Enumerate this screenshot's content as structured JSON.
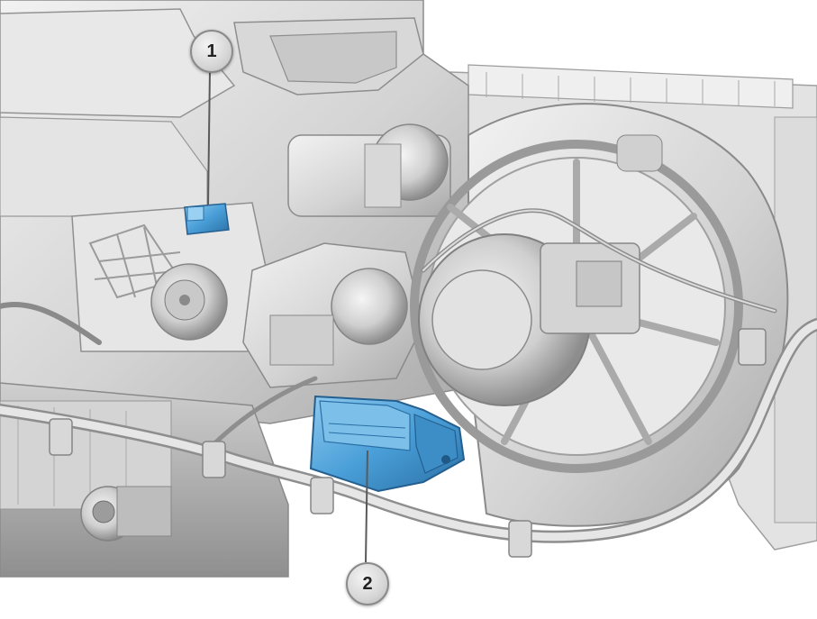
{
  "callouts": [
    {
      "label": "1",
      "target": "blue-sensor-small"
    },
    {
      "label": "2",
      "target": "blower-final-stage-unit"
    }
  ],
  "colors": {
    "housing": "#d9d9d9",
    "housing_dark": "#9a9a9a",
    "component_blue": "#4a9fd8",
    "background": "#ffffff"
  }
}
